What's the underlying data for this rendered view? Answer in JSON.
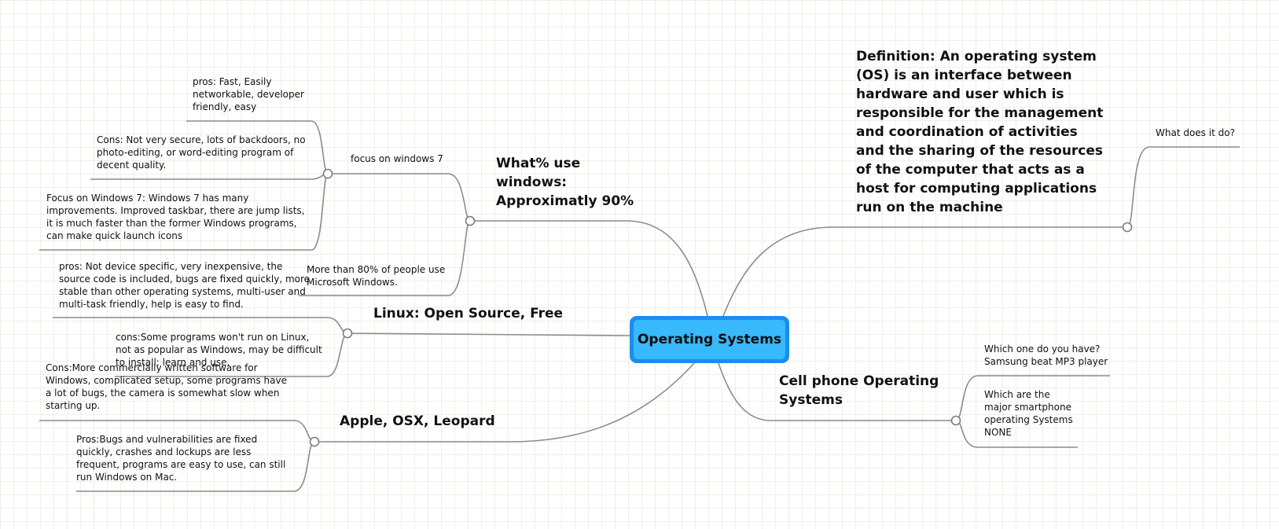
{
  "central": {
    "title": "Operating Systems"
  },
  "branches": {
    "windows": {
      "title": "What% use windows: Approximatly 90%",
      "focus": {
        "label": "focus on windows 7",
        "pros": "pros: Fast, Easily networkable, developer friendly, easy",
        "cons": "Cons: Not very secure, lots of backdoors, no photo-editing, or word-editing program of decent quality.",
        "detail": "Focus on Windows 7: Windows 7 has many improvements. Improved taskbar, there are jump lists, it is much faster than the former Windows programs, can make quick launch icons"
      },
      "share": "More than 80% of people use Microsoft Windows."
    },
    "linux": {
      "title": "Linux: Open Source, Free",
      "pros": "pros: Not device specific, very inexpensive, the source code is included, bugs are fixed quickly, more stable than other operating systems, multi-user and multi-task friendly, help is easy to find.",
      "cons": "cons:Some programs won't run on Linux, not as popular as Windows,  may be difficult to install; learn and use."
    },
    "apple": {
      "title": "Apple, OSX, Leopard",
      "cons": "Cons:More commercially written software for Windows, complicated setup, some programs have a lot of bugs, the camera is somewhat slow when starting up.",
      "pros": "Pros:Bugs and vulnerabilities are fixed quickly, crashes and lockups are less frequent, programs are easy to use, can still run Windows on Mac."
    },
    "definition": {
      "title": "Definition: An operating system (OS) is an interface between hardware and user which is responsible for the management and coordination of activities and the sharing of the resources of the computer that acts as a host for computing applications run on the machine",
      "child": "What does it do?"
    },
    "cell": {
      "title": "Cell phone Operating Systems",
      "child1": "Which one do you have? Samsung beat MP3 player",
      "child2": "Which are the major smartphone operating Systems NONE"
    }
  },
  "colors": {
    "central_outer": "#1a8ef0",
    "central_inner": "#37b9fb",
    "connector": "#8c8c8c",
    "grid": "#eef0e6"
  }
}
